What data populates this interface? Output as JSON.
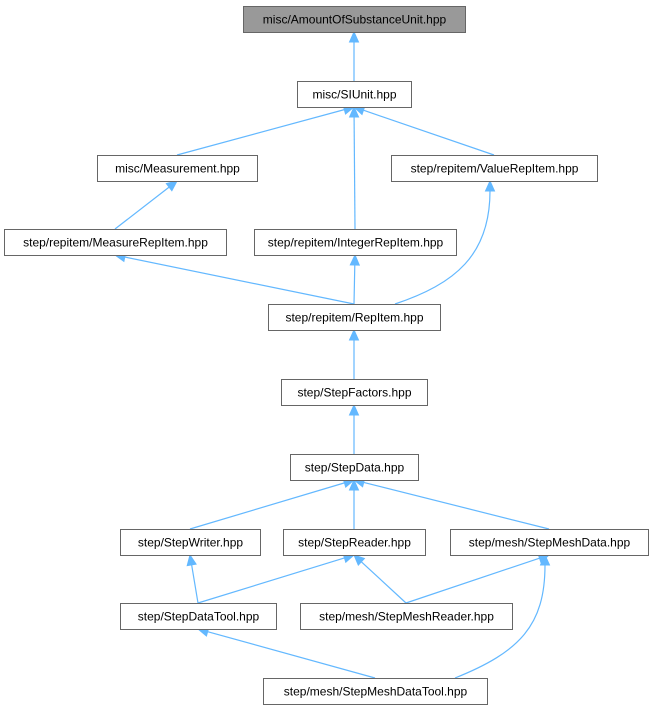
{
  "diagram": {
    "edge_color": "#63b8ff",
    "node_border_color": "#666666",
    "root_fill_color": "#999999",
    "node_fill_color": "#ffffff",
    "nodes": [
      {
        "id": "amount",
        "label": "misc/AmountOfSubstanceUnit.hpp",
        "root": true
      },
      {
        "id": "siunit",
        "label": "misc/SIUnit.hpp"
      },
      {
        "id": "measurement",
        "label": "misc/Measurement.hpp"
      },
      {
        "id": "valuerep",
        "label": "step/repitem/ValueRepItem.hpp"
      },
      {
        "id": "measurerep",
        "label": "step/repitem/MeasureRepItem.hpp"
      },
      {
        "id": "integerrep",
        "label": "step/repitem/IntegerRepItem.hpp"
      },
      {
        "id": "repitem",
        "label": "step/repitem/RepItem.hpp"
      },
      {
        "id": "stepfactors",
        "label": "step/StepFactors.hpp"
      },
      {
        "id": "stepdata",
        "label": "step/StepData.hpp"
      },
      {
        "id": "stepwriter",
        "label": "step/StepWriter.hpp"
      },
      {
        "id": "stepreader",
        "label": "step/StepReader.hpp"
      },
      {
        "id": "stepmeshdata",
        "label": "step/mesh/StepMeshData.hpp"
      },
      {
        "id": "stepdatatool",
        "label": "step/StepDataTool.hpp"
      },
      {
        "id": "stepmeshreader",
        "label": "step/mesh/StepMeshReader.hpp"
      },
      {
        "id": "stepmeshdatatool",
        "label": "step/mesh/StepMeshDataTool.hpp"
      }
    ],
    "edges": [
      {
        "from": "siunit",
        "to": "amount"
      },
      {
        "from": "measurement",
        "to": "siunit"
      },
      {
        "from": "integerrep",
        "to": "siunit"
      },
      {
        "from": "valuerep",
        "to": "siunit"
      },
      {
        "from": "measurerep",
        "to": "measurement"
      },
      {
        "from": "repitem",
        "to": "measurerep"
      },
      {
        "from": "repitem",
        "to": "integerrep"
      },
      {
        "from": "repitem",
        "to": "valuerep"
      },
      {
        "from": "stepfactors",
        "to": "repitem"
      },
      {
        "from": "stepdata",
        "to": "stepfactors"
      },
      {
        "from": "stepwriter",
        "to": "stepdata"
      },
      {
        "from": "stepreader",
        "to": "stepdata"
      },
      {
        "from": "stepmeshdata",
        "to": "stepdata"
      },
      {
        "from": "stepdatatool",
        "to": "stepwriter"
      },
      {
        "from": "stepdatatool",
        "to": "stepreader"
      },
      {
        "from": "stepmeshreader",
        "to": "stepreader"
      },
      {
        "from": "stepmeshreader",
        "to": "stepmeshdata"
      },
      {
        "from": "stepmeshdatatool",
        "to": "stepdatatool"
      },
      {
        "from": "stepmeshdatatool",
        "to": "stepmeshdata"
      }
    ]
  }
}
